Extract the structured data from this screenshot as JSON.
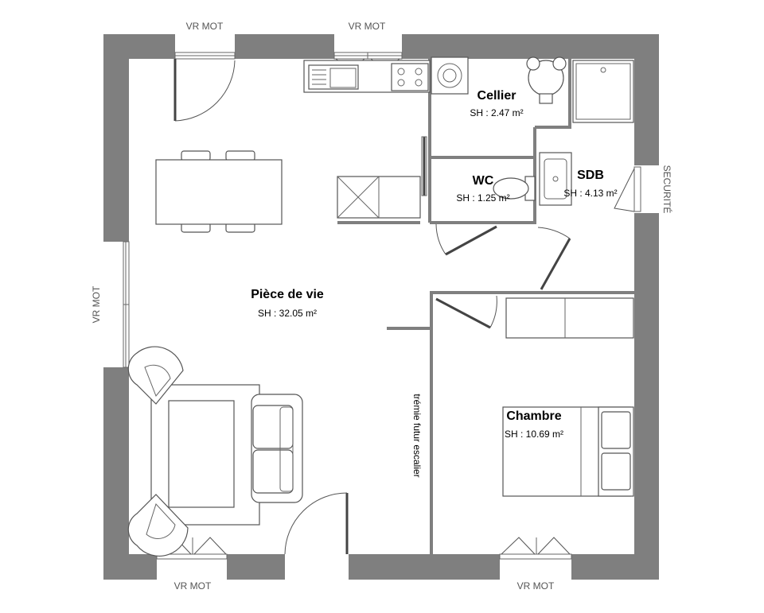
{
  "rooms": {
    "piece_de_vie": {
      "name": "Pièce de vie",
      "area": "SH : 32.05 m²"
    },
    "cellier": {
      "name": "Cellier",
      "area": "SH : 2.47 m²"
    },
    "wc": {
      "name": "WC",
      "area": "SH : 1.25 m²"
    },
    "sdb": {
      "name": "SDB",
      "area": "SH : 4.13 m²"
    },
    "chambre": {
      "name": "Chambre",
      "area": "SH : 10.69 m²"
    }
  },
  "windows": {
    "top_left": "VR MOT",
    "top_middle": "VR MOT",
    "left": "VR MOT",
    "bottom_left": "VR MOT",
    "bottom_right": "VR MOT",
    "right": "SECURITÉ"
  },
  "notes": {
    "stair_opening": "trémie futur escalier"
  },
  "colors": {
    "wall": "#7f7f7f",
    "furniture_stroke": "#555555",
    "background": "#ffffff"
  }
}
